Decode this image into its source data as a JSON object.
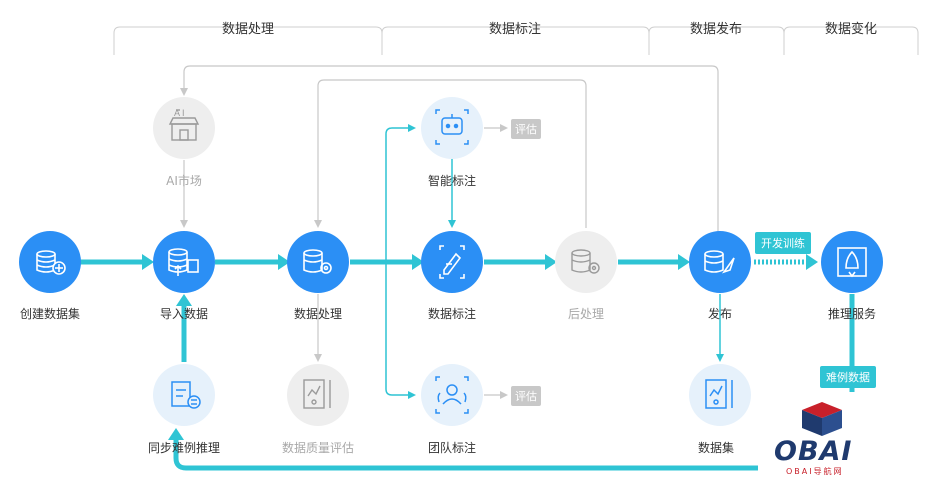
{
  "stages": [
    {
      "label": "数据处理"
    },
    {
      "label": "数据标注"
    },
    {
      "label": "数据发布"
    },
    {
      "label": "数据变化"
    }
  ],
  "nodes": {
    "create_dataset": "创建数据集",
    "import_data": "导入数据",
    "data_process": "数据处理",
    "data_label": "数据标注",
    "post_process": "后处理",
    "publish": "发布",
    "infer_service": "推理服务",
    "ai_market": "AI市场",
    "smart_label": "智能标注",
    "team_label": "团队标注",
    "quality_eval": "数据质量评估",
    "sync_hard": "同步难例推理",
    "dataset_partial": "数据集"
  },
  "badges": {
    "eval_top": "评估",
    "eval_bottom": "评估"
  },
  "tags": {
    "train": "开发训练",
    "hard_cases": "难例数据"
  },
  "logo": {
    "text": "OBAI",
    "sub": "OBAI导航网"
  },
  "colors": {
    "accent_blue": "#2b8ff5",
    "accent_cyan": "#2fc4d4",
    "gray_line": "#c8c8c8",
    "gray_node": "#eeeeee"
  }
}
